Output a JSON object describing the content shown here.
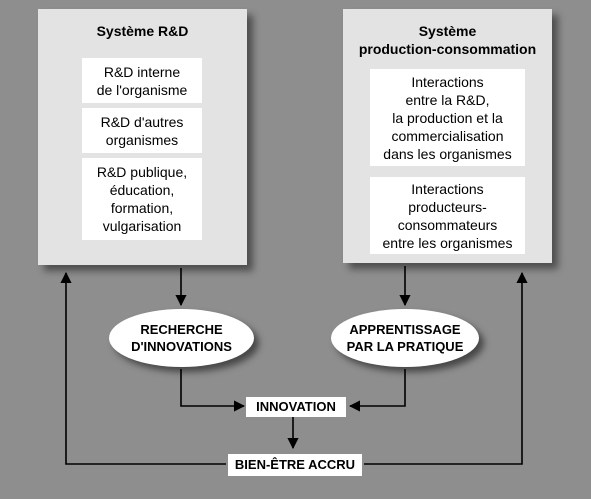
{
  "colors": {
    "background": "#8e8e8e",
    "panel": "#e3e3e3",
    "box": "#ffffff",
    "line": "#000000"
  },
  "left_panel": {
    "title": "Système R&D",
    "items": [
      "R&D interne\nde l'organisme",
      "R&D d'autres\norganismes",
      "R&D publique,\néducation,\nformation,\nvulgarisation"
    ]
  },
  "right_panel": {
    "title": "Système\nproduction-consommation",
    "items": [
      "Interactions\nentre la R&D,\nla production et la\ncommercialisation\ndans les organismes",
      "Interactions\nproducteurs-\nconsommateurs\nentre les organismes"
    ]
  },
  "ovals": {
    "left": "RECHERCHE\nD'INNOVATIONS",
    "right": "APPRENTISSAGE\nPAR LA PRATIQUE"
  },
  "innovation": "INNOVATION",
  "wellbeing": "BIEN-ÊTRE ACCRU"
}
